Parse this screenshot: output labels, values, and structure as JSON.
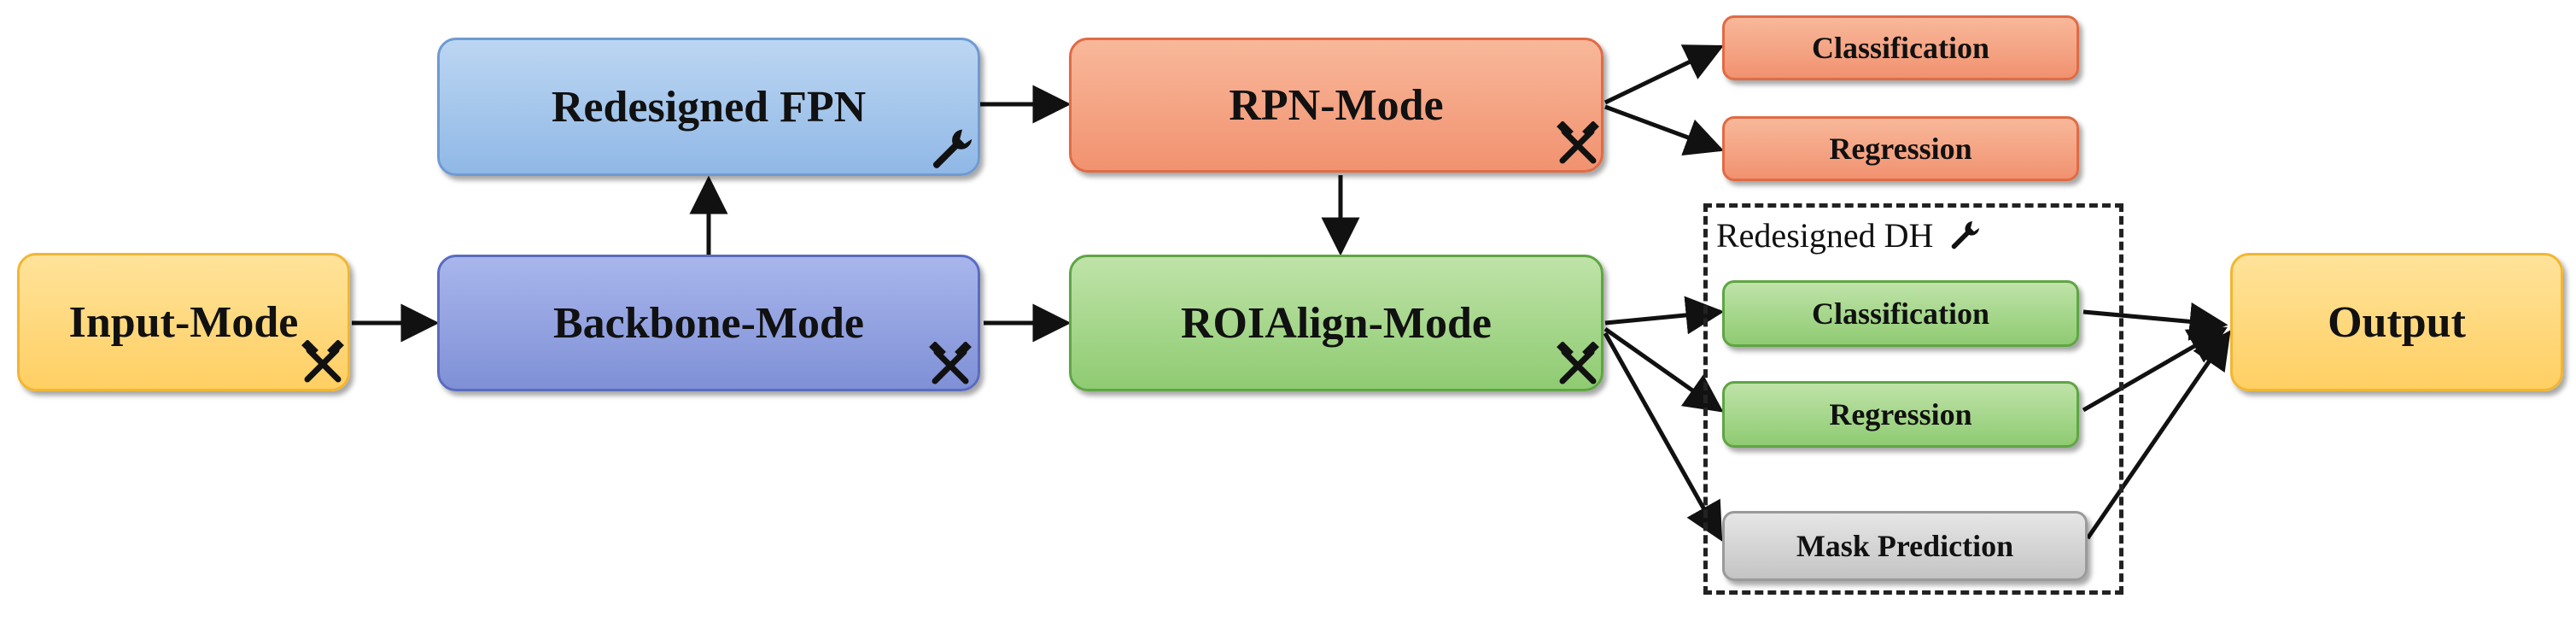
{
  "nodes": {
    "input_mode": "Input-Mode",
    "backbone_mode": "Backbone-Mode",
    "redesigned_fpn": "Redesigned FPN",
    "rpn_mode": "RPN-Mode",
    "roialign_mode": "ROIAlign-Mode",
    "output": "Output",
    "rpn_classification": "Classification",
    "rpn_regression": "Regression",
    "dh_classification": "Classification",
    "dh_regression": "Regression",
    "mask_prediction": "Mask Prediction"
  },
  "groups": {
    "redesigned_dh": "Redesigned DH"
  },
  "icons": {
    "tool": "hammer-pick-icon",
    "redesigned": "wrench-icon"
  },
  "colors": {
    "input_output": "#ffcf63",
    "backbone": "#7f90d6",
    "fpn": "#90b8e6",
    "rpn": "#f19270",
    "roialign": "#8fcb72",
    "mask": "#c4c4c4",
    "arrows": "#111111"
  }
}
